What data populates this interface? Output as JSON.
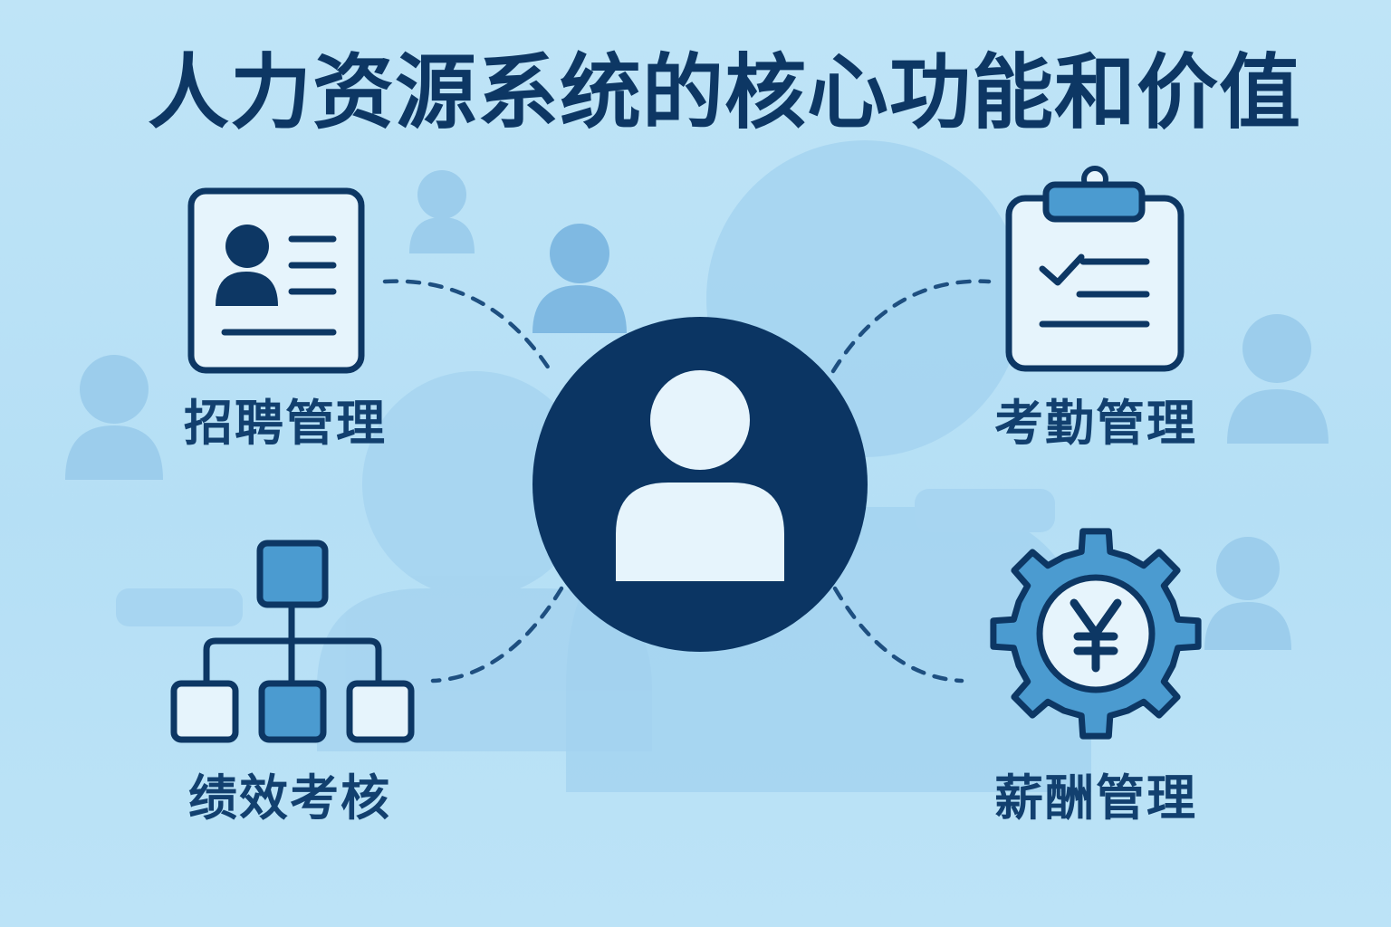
{
  "title": "人力资源系统的核心功能和价值",
  "center": {
    "icon": "user-icon"
  },
  "modules": [
    {
      "id": "recruit",
      "label": "招聘管理",
      "icon": "resume-card-icon"
    },
    {
      "id": "attendance",
      "label": "考勤管理",
      "icon": "clipboard-checklist-icon"
    },
    {
      "id": "performance",
      "label": "绩效考核",
      "icon": "org-chart-icon"
    },
    {
      "id": "salary",
      "label": "薪酬管理",
      "icon": "yen-gear-icon"
    }
  ],
  "colors": {
    "background": "#bfe4f7",
    "navy": "#0d3764",
    "mid_blue": "#4b9bd0",
    "light_fill": "#e6f4fc",
    "silhouette": "#8ec6ea"
  }
}
